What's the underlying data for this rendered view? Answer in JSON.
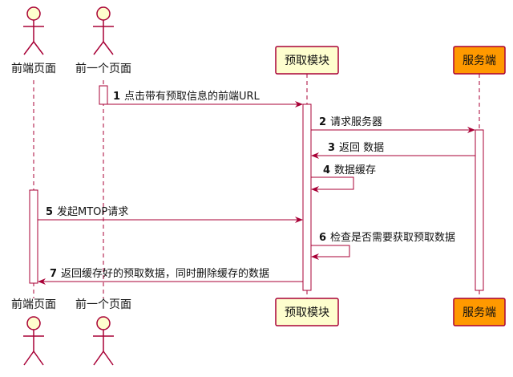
{
  "participants": {
    "p1": {
      "label": "前端页面",
      "type": "actor"
    },
    "p2": {
      "label": "前一个页面",
      "type": "actor"
    },
    "p3": {
      "label": "预取模块",
      "type": "box",
      "fill": "#fefece",
      "stroke": "#a80036"
    },
    "p4": {
      "label": "服务端",
      "type": "box",
      "fill": "#ff9900",
      "stroke": "#a80036"
    }
  },
  "messages": [
    {
      "num": "1",
      "text": "点击带有预取信息的前端URL"
    },
    {
      "num": "2",
      "text": "请求服务器"
    },
    {
      "num": "3",
      "text": "返回 数据"
    },
    {
      "num": "4",
      "text": "数据缓存"
    },
    {
      "num": "5",
      "text": "发起MTOP请求"
    },
    {
      "num": "6",
      "text": "检查是否需要获取预取数据"
    },
    {
      "num": "7",
      "text": "返回缓存好的预取数据，同时删除缓存的数据"
    }
  ],
  "colors": {
    "arrow": "#a80036",
    "lifeline": "#a80036",
    "actor_fill": "#fefece",
    "actor_stroke": "#a80036",
    "activation_fill": "#ffffff"
  }
}
